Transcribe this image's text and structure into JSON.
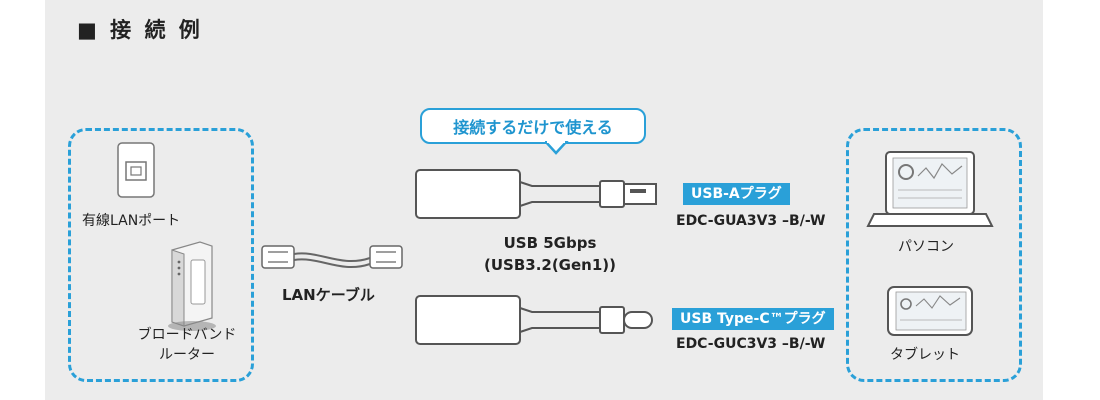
{
  "title": "■ 接 続 例",
  "left_group": {
    "lan_port_label": "有線LANポート",
    "router_label_line1": "ブロードバンド",
    "router_label_line2": "ルーター"
  },
  "cable": {
    "label": "LANケーブル"
  },
  "bubble": {
    "text": "接続するだけで使える"
  },
  "spec": {
    "line1": "USB 5Gbps",
    "line2": "(USB3.2(Gen1))"
  },
  "adapters": [
    {
      "plug_badge": "USB-Aプラグ",
      "model": "EDC-GUA3V3 –B/-W"
    },
    {
      "plug_badge": "USB Type-C™プラグ",
      "model": "EDC-GUC3V3 –B/-W"
    }
  ],
  "right_group": {
    "pc_label": "パソコン",
    "tablet_label": "タブレット"
  },
  "colors": {
    "accent": "#2aa0d8",
    "panel": "#ececec",
    "text": "#222222"
  }
}
